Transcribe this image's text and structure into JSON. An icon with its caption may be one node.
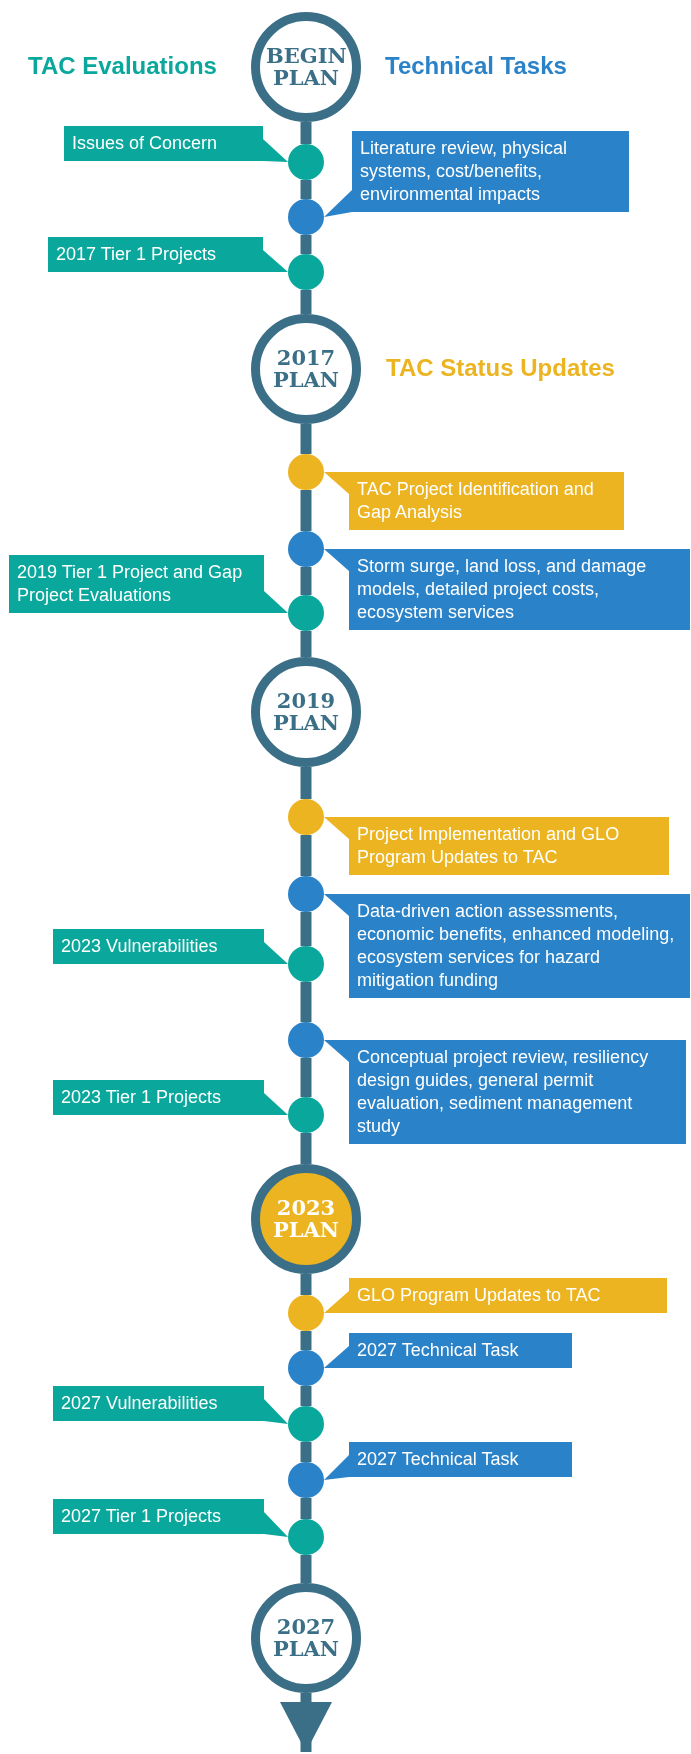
{
  "diagram": {
    "nodes": [
      {
        "text": [
          "BEGIN PLAN"
        ]
      },
      {
        "text": [
          "Issues of Concern"
        ]
      },
      {
        "text": [],
        "shape": "circle"
      },
      {
        "text": [
          "Literature review, physical systems, cost/benefits, environmental impacts"
        ]
      },
      {
        "text": [],
        "shape": "circle"
      },
      {
        "text": [
          "2017 Tier 1 Projects"
        ]
      },
      {
        "text": [],
        "shape": "circle"
      },
      {
        "text": [
          "2017 PLAN"
        ]
      },
      {
        "text": [
          "TAC Project Identification and Gap Analysis"
        ]
      },
      {
        "text": [],
        "shape": "circle"
      },
      {
        "text": [
          "Storm surge, land loss, and damage models, detailed project costs, ecosystem services"
        ]
      },
      {
        "text": [],
        "shape": "circle"
      },
      {
        "text": [
          "2019 Tier 1 Project and Gap Project Evaluations"
        ]
      },
      {
        "text": [],
        "shape": "circle"
      },
      {
        "text": [
          "2019 PLAN"
        ]
      },
      {
        "text": [
          "Project Implementation and GLO Program Updates to TAC"
        ]
      },
      {
        "text": [],
        "shape": "circle"
      },
      {
        "text": [
          "Data-driven action assessments, economic benefits, enhanced modeling, ecosystem services for hazard mitigation funding"
        ]
      },
      {
        "text": [],
        "shape": "circle"
      },
      {
        "text": [
          "2023 Vulnerabilities"
        ]
      },
      {
        "text": [],
        "shape": "circle"
      },
      {
        "text": [
          "Conceptual project review, resiliency design guides, general permit evaluation, sediment management study"
        ]
      },
      {
        "text": [],
        "shape": "circle"
      },
      {
        "text": [
          "2023 Tier 1 Projects"
        ]
      },
      {
        "text": [],
        "shape": "circle"
      },
      {
        "text": [
          "2023 PLAN"
        ]
      },
      {
        "text": [
          "GLO Program Updates to TAC"
        ]
      },
      {
        "text": [],
        "shape": "circle"
      },
      {
        "text": [
          "2027 Technical Task"
        ]
      },
      {
        "text": [],
        "shape": "circle"
      },
      {
        "text": [
          "2027 Vulnerabilities"
        ]
      },
      {
        "text": [],
        "shape": "circle"
      },
      {
        "text": [
          "2027 Technical Task"
        ]
      },
      {
        "text": [],
        "shape": "circle"
      },
      {
        "text": [
          "2027 Tier 1 Projects"
        ]
      },
      {
        "text": [],
        "shape": "circle"
      },
      {
        "text": [
          "2027 PLAN"
        ]
      }
    ],
    "edges": [
      {
        "from": 0,
        "to": 2,
        "arrow": "none"
      },
      {
        "from": 2,
        "to": 4,
        "arrow": "none"
      },
      {
        "from": 4,
        "to": 6,
        "arrow": "none"
      },
      {
        "from": 6,
        "to": 7,
        "arrow": "none"
      },
      {
        "from": 7,
        "to": 9,
        "arrow": "none"
      },
      {
        "from": 9,
        "to": 11,
        "arrow": "none"
      },
      {
        "from": 11,
        "to": 13,
        "arrow": "none"
      },
      {
        "from": 13,
        "to": 14,
        "arrow": "none"
      },
      {
        "from": 14,
        "to": 16,
        "arrow": "none"
      },
      {
        "from": 16,
        "to": 18,
        "arrow": "none"
      },
      {
        "from": 18,
        "to": 20,
        "arrow": "none"
      },
      {
        "from": 20,
        "to": 22,
        "arrow": "none"
      },
      {
        "from": 22,
        "to": 24,
        "arrow": "none"
      },
      {
        "from": 24,
        "to": 25,
        "arrow": "none"
      },
      {
        "from": 25,
        "to": 27,
        "arrow": "none"
      },
      {
        "from": 27,
        "to": 29,
        "arrow": "none"
      },
      {
        "from": 29,
        "to": 31,
        "arrow": "none"
      },
      {
        "from": 31,
        "to": 33,
        "arrow": "none"
      },
      {
        "from": 33,
        "to": 35,
        "arrow": "none"
      },
      {
        "from": 35,
        "to": 36,
        "arrow": "none"
      },
      {
        "from": 36,
        "to": null,
        "arrow": "to"
      },
      {
        "from": 1,
        "to": 2,
        "arrow": "to",
        "color": "#0aa89c"
      },
      {
        "from": 3,
        "to": 4,
        "arrow": "to",
        "color": "#2a82c8"
      },
      {
        "from": 5,
        "to": 6,
        "arrow": "to",
        "color": "#0aa89c"
      },
      {
        "from": 8,
        "to": 9,
        "arrow": "to",
        "color": "#ebb420"
      },
      {
        "from": 10,
        "to": 11,
        "arrow": "to",
        "color": "#2a82c8"
      },
      {
        "from": 12,
        "to": 13,
        "arrow": "to",
        "color": "#0aa89c"
      },
      {
        "from": 15,
        "to": 16,
        "arrow": "to",
        "color": "#ebb420"
      },
      {
        "from": 17,
        "to": 18,
        "arrow": "to",
        "color": "#2a82c8"
      },
      {
        "from": 19,
        "to": 20,
        "arrow": "to",
        "color": "#0aa89c"
      },
      {
        "from": 21,
        "to": 22,
        "arrow": "to",
        "color": "#2a82c8"
      },
      {
        "from": 23,
        "to": 24,
        "arrow": "to",
        "color": "#0aa89c"
      },
      {
        "from": 26,
        "to": 27,
        "arrow": "to",
        "color": "#ebb420"
      },
      {
        "from": 28,
        "to": 29,
        "arrow": "to",
        "color": "#2a82c8"
      },
      {
        "from": 30,
        "to": 31,
        "arrow": "to",
        "color": "#0aa89c"
      },
      {
        "from": 32,
        "to": 33,
        "arrow": "to",
        "color": "#2a82c8"
      },
      {
        "from": 34,
        "to": 35,
        "arrow": "to",
        "color": "#0aa89c"
      }
    ],
    "labels": [
      "TAC Evaluations",
      "Technical Tasks",
      "TAC Status Updates"
    ]
  }
}
